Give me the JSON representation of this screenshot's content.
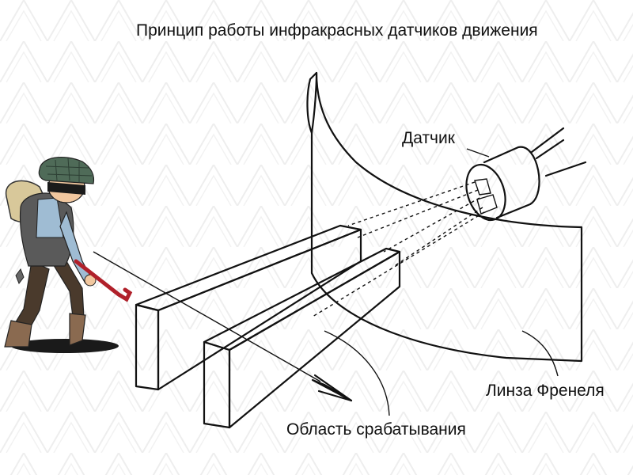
{
  "diagram": {
    "title": "Принцип работы инфракрасных датчиков движения",
    "labels": {
      "sensor": "Датчик",
      "fresnel_lens": "Линза Френеля",
      "detection_zone": "Область срабатывания"
    },
    "colors": {
      "line": "#111111",
      "background_pattern": "#eeeeee",
      "cap": "#4f6b58",
      "skin": "#f1c79f",
      "bag": "#d8c89a",
      "pants": "#4a3a2c",
      "crowbar": "#b0202a"
    },
    "icons": [
      "burglar-figure",
      "motion-arrow",
      "sensor-cylinder"
    ]
  }
}
